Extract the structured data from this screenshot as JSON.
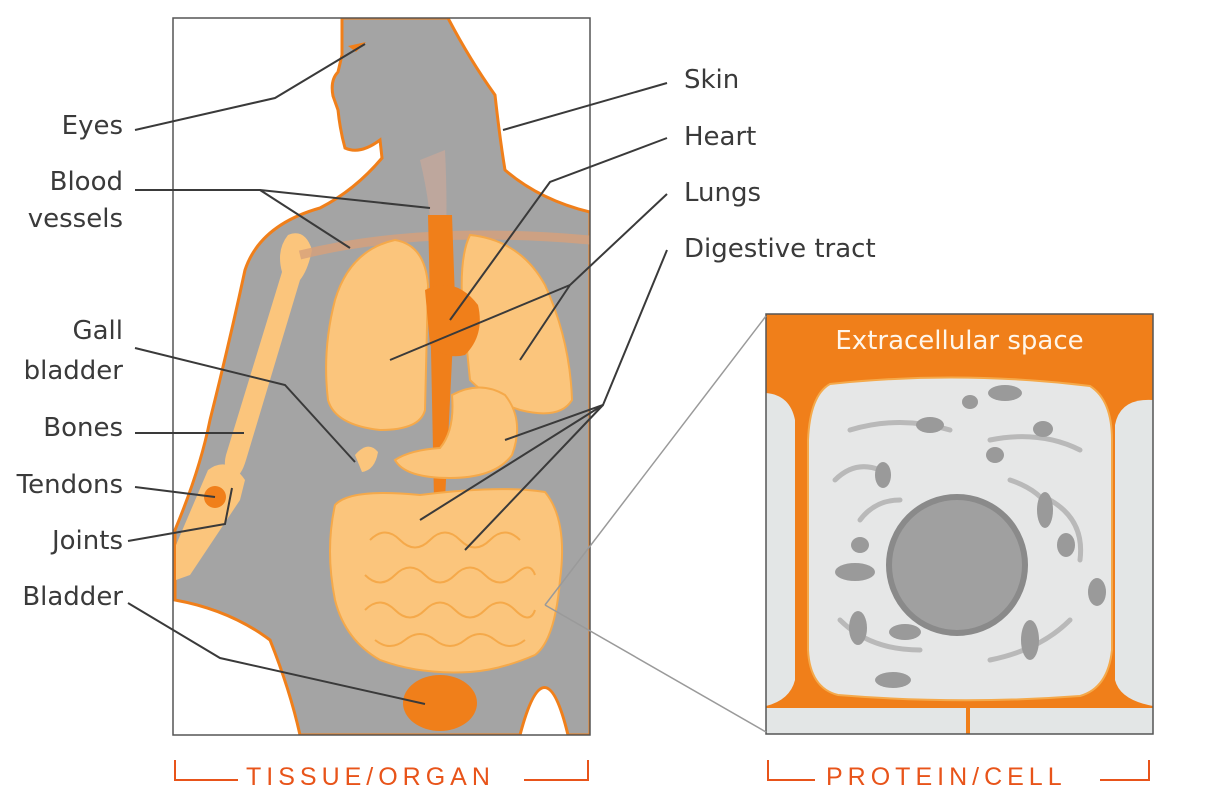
{
  "labels_left": {
    "eyes": "Eyes",
    "blood_vessels_1": "Blood",
    "blood_vessels_2": "vessels",
    "gall_bladder_1": "Gall",
    "gall_bladder_2": "bladder",
    "bones": "Bones",
    "tendons": "Tendons",
    "joints": "Joints",
    "bladder": "Bladder"
  },
  "labels_right": {
    "skin": "Skin",
    "heart": "Heart",
    "lungs": "Lungs",
    "digestive_tract": "Digestive tract"
  },
  "cell_panel": {
    "extracellular_space": "Extracellular space"
  },
  "captions": {
    "tissue_organ": "TISSUE/ORGAN",
    "protein_cell": "PROTEIN/CELL"
  },
  "colors": {
    "accent_orange": "#f07f1a",
    "organ_light": "#fbc57c",
    "organ_mid": "#f5a94a",
    "body_gray": "#a4a4a4",
    "caption_red": "#e8541a"
  }
}
